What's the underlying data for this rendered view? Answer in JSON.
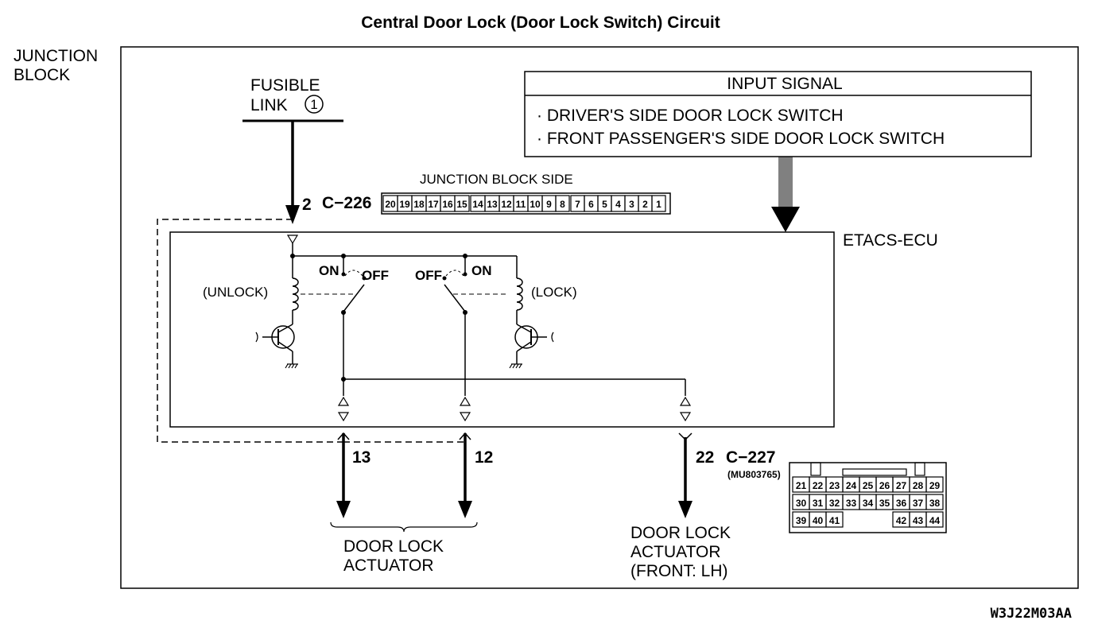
{
  "title": "Central Door Lock (Door Lock Switch) Circuit",
  "junction_block": {
    "line1": "JUNCTION",
    "line2": "BLOCK"
  },
  "fusible_link": {
    "line1": "FUSIBLE",
    "line2": "LINK",
    "number": "1"
  },
  "input_signal": {
    "header": "INPUT SIGNAL",
    "items": [
      "· DRIVER'S SIDE DOOR LOCK SWITCH",
      "· FRONT PASSENGER'S SIDE DOOR LOCK SWITCH"
    ]
  },
  "connector_c226": {
    "side_label": "JUNCTION BLOCK SIDE",
    "pin_label": "2",
    "code": "C−226",
    "pins": [
      "20",
      "19",
      "18",
      "17",
      "16",
      "15",
      "14",
      "13",
      "12",
      "11",
      "10",
      "9",
      "8",
      "7",
      "6",
      "5",
      "4",
      "3",
      "2",
      "1"
    ]
  },
  "ecu_label": "ETACS-ECU",
  "relays": {
    "unlock": "(UNLOCK)",
    "lock": "(LOCK)",
    "on": "ON",
    "off": "OFF"
  },
  "terminals": {
    "t13": "13",
    "t12": "12",
    "t22": "22"
  },
  "connector_c227": {
    "code": "C−227",
    "part": "(MU803765)",
    "rows": [
      [
        "21",
        "22",
        "23",
        "24",
        "25",
        "26",
        "27",
        "28",
        "29"
      ],
      [
        "30",
        "31",
        "32",
        "33",
        "34",
        "35",
        "36",
        "37",
        "38"
      ],
      [
        "39",
        "40",
        "41",
        "",
        "",
        "",
        "42",
        "43",
        "44"
      ]
    ]
  },
  "actuator_lr": {
    "line1": "DOOR LOCK",
    "line2": "ACTUATOR"
  },
  "actuator_front": {
    "line1": "DOOR LOCK",
    "line2": "ACTUATOR",
    "line3": "(FRONT: LH)"
  },
  "figure_code": "W3J22M03AA"
}
